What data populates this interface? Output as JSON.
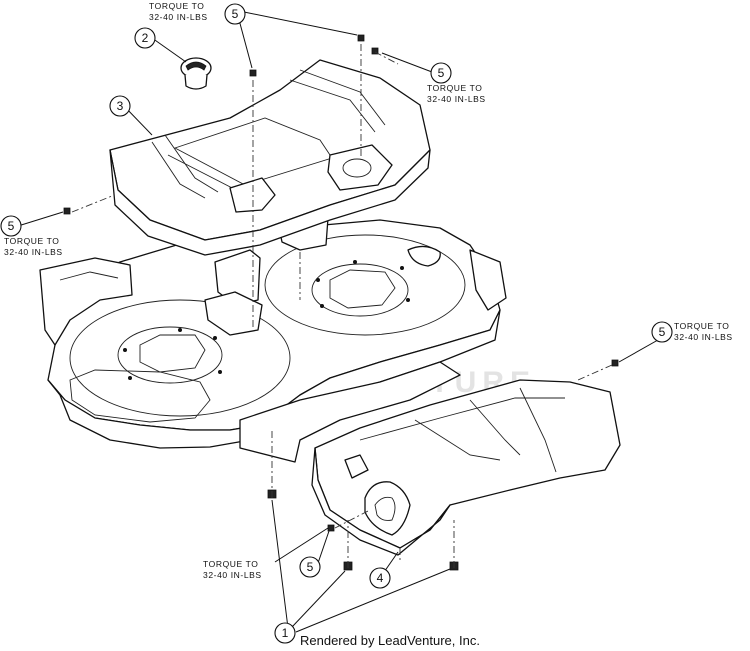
{
  "torque_note_line1": "TORQUE TO",
  "torque_note_line2": "32-40 IN-LBS",
  "watermark": "LEADVENTURE",
  "footer": "Rendered by LeadVenture, Inc.",
  "callouts": {
    "one": "1",
    "two": "2",
    "three": "3",
    "four": "4",
    "five": "5"
  }
}
